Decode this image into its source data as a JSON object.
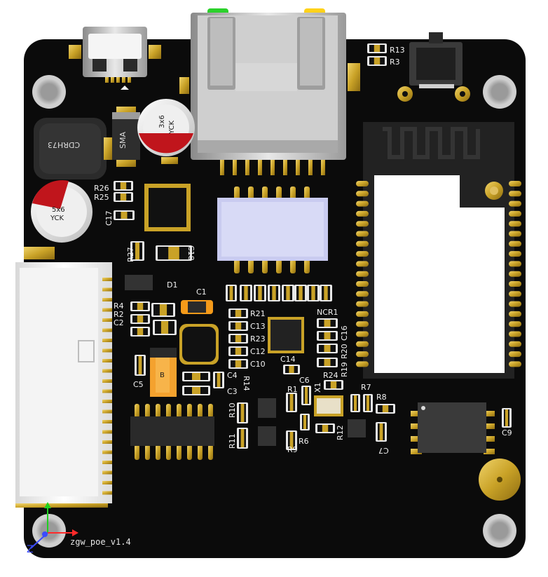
{
  "board": {
    "name": "zgw_poe_v1.4",
    "axis_label": "Z"
  },
  "components": {
    "inductor_marking": "CDRH73",
    "cap_top_marking": [
      "3x6",
      "YCK"
    ],
    "cap_left_marking": [
      "5x6",
      "YCK"
    ],
    "tvs_marking": "SMA",
    "tantalum_marking": "B"
  },
  "refdes": {
    "R13": "R13",
    "R3": "R3",
    "R26": "R26",
    "R25": "R25",
    "C17": "C17",
    "R27": "R27",
    "C18": "C18",
    "D1": "D1",
    "C1": "C1",
    "R4": "R4",
    "R2": "R2",
    "C2": "C2",
    "C5": "C5",
    "R21": "R21",
    "C13": "C13",
    "R23": "R23",
    "C12": "C12",
    "C10": "C10",
    "C4": "C4",
    "C3": "C3",
    "R14": "R14",
    "NCR1": "NCR1",
    "C16": "C16",
    "R20": "R20",
    "R19": "R19",
    "C14": "C14",
    "C6": "C6",
    "R1": "R1",
    "X1": "X1",
    "R24": "R24",
    "R7": "R7",
    "R8": "R8",
    "R10": "R10",
    "R11": "R11",
    "R9": "R9",
    "R6": "R6",
    "R12": "R12",
    "C7": "C7",
    "C9": "C9"
  },
  "colors": {
    "board": "#0b0b0b",
    "gold": "#c9a227",
    "silk": "#f2f2f2",
    "axis_x": "#ff2a2a",
    "axis_y": "#20d020",
    "axis_z": "#3b4bff"
  }
}
